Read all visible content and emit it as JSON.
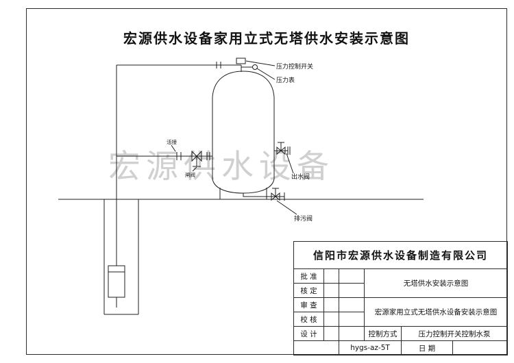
{
  "window": {
    "title": "宏源供水设备家用立式无塔供水安装示意图"
  },
  "watermark": {
    "text": "宏源供水设备"
  },
  "diagram": {
    "labels": {
      "pressure_switch": "压力控制开关",
      "pressure_gauge": "压力表",
      "union": "活接",
      "gate_valve": "闸阀",
      "outlet_valve": "出水阀",
      "drain_valve": "排污阀"
    }
  },
  "title_block": {
    "company": "信阳市宏源供水设备制造有限公司",
    "approval_rows": [
      {
        "label": "批 准"
      },
      {
        "label": "核 定"
      },
      {
        "label": "审 查"
      },
      {
        "label": "校 核"
      },
      {
        "label": "设 计"
      }
    ],
    "drawing_title_small": "无塔供水安装示意图",
    "drawing_title_full": "宏源家用立式无塔供水设备安装示意图",
    "control_mode": {
      "label": "控制方式",
      "value": "压力控制开关控制水泵"
    },
    "model_code": "hygs-az-5T",
    "date_label": "日 期"
  }
}
